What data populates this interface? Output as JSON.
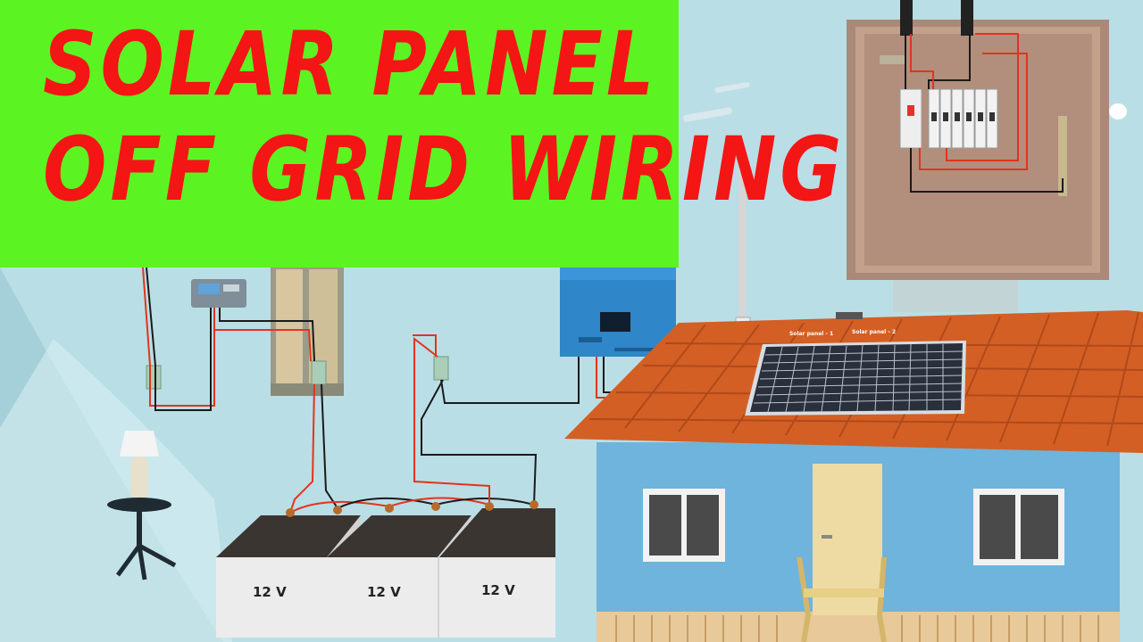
{
  "title": {
    "line1": "SOLAR PANEL",
    "line2": "OFF GRID WIRING"
  },
  "roof_labels": {
    "panel1": "Solar panel - 1",
    "panel2": "Solar panel - 2"
  },
  "batteries": [
    {
      "label": "12 V"
    },
    {
      "label": "12 V"
    },
    {
      "label": "12 V"
    }
  ],
  "colors": {
    "banner": "#5cf323",
    "title_text": "#f41515",
    "wire_positive": "#e2341f",
    "wire_negative": "#1a1a1a",
    "inverter": "#2f86c9",
    "roof": "#d35f24",
    "house_wall": "#6fb4dc",
    "solar_panel": "#2a2f3c"
  }
}
